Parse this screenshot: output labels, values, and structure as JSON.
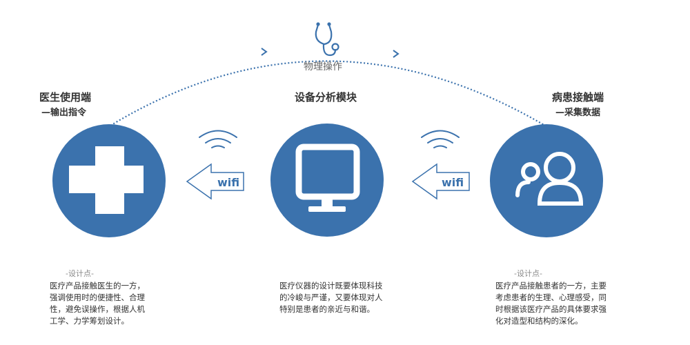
{
  "colors": {
    "primary": "#3b72ad",
    "dotted": "#3b72ad",
    "arrow_outline": "#3b72ad",
    "text": "#333333"
  },
  "top": {
    "icon": "stethoscope-icon",
    "label": "物理操作"
  },
  "left": {
    "title": "医生使用端",
    "subtitle": "—输出指令",
    "icon": "medical-cross-icon",
    "design_head": "-设计点-",
    "design_lines": [
      "医疗产品接触医生的一方，",
      "强调使用时的便捷性、合理",
      "性，避免误操作，根据人机",
      "工学、力学筹划设计。"
    ]
  },
  "center": {
    "title": "设备分析模块",
    "icon": "monitor-icon",
    "design_lines": [
      "医疗仪器的设计既要体现科技",
      "的冷峻与严谨，又要体现对人",
      "特别是患者的亲近与和谐。"
    ]
  },
  "right": {
    "title": "病患接触端",
    "subtitle": "—采集数据",
    "icon": "users-icon",
    "design_head": "-设计点-",
    "design_lines": [
      "医疗产品接触患者的一方，主要",
      "考虑患者的生理、心理感受，同",
      "时根据该医疗产品的具体要求强",
      "化对造型和结构的深化。"
    ]
  },
  "connectors": {
    "wifi_left": "wifi",
    "wifi_right": "wifi"
  }
}
